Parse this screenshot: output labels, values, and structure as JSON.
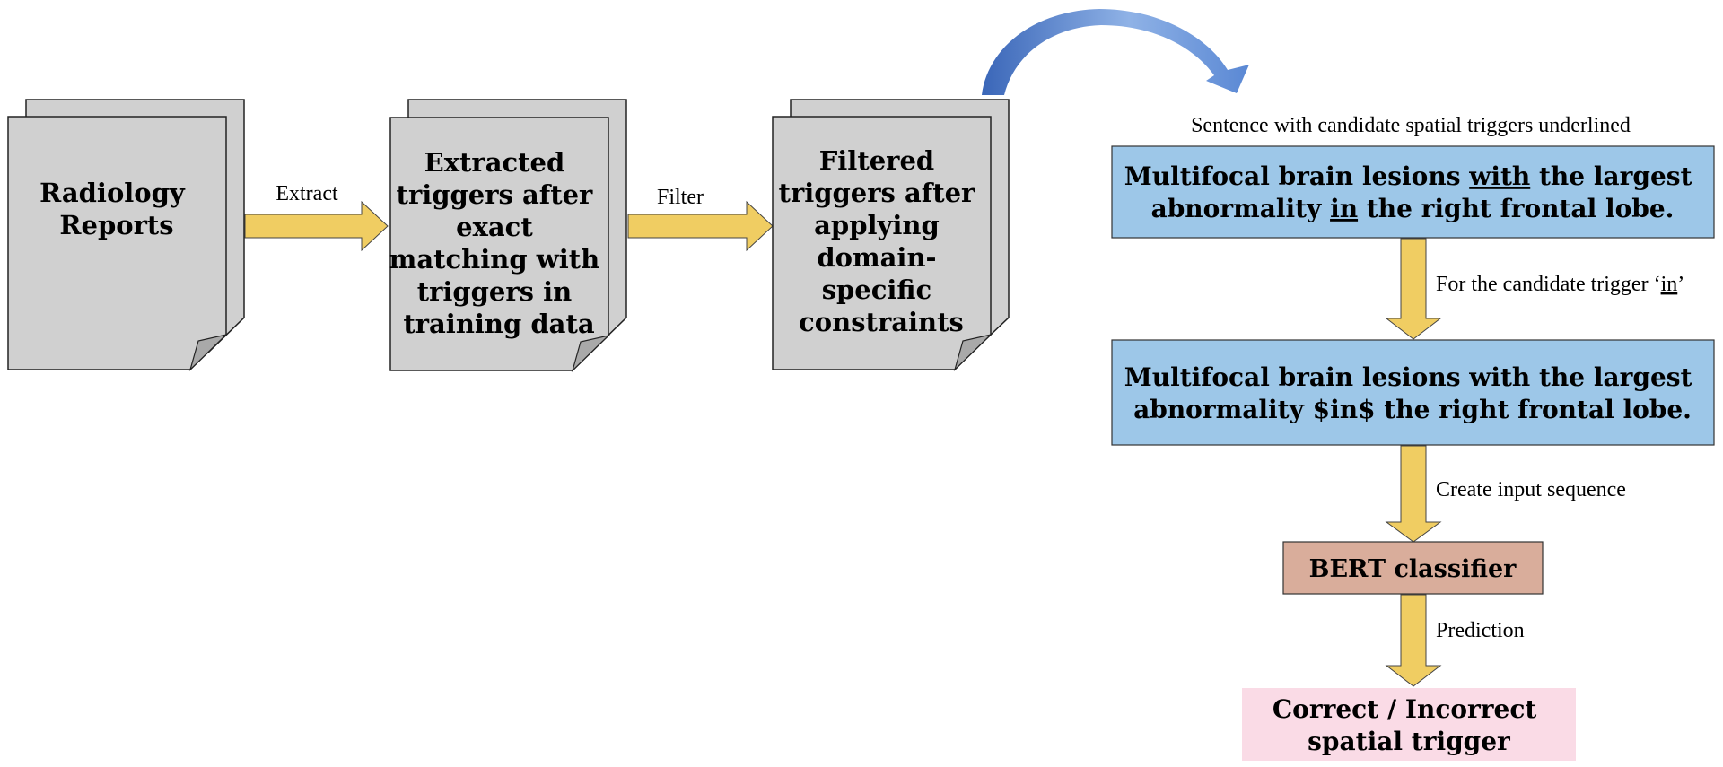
{
  "documents": [
    {
      "lines": [
        "Radiology",
        "Reports"
      ]
    },
    {
      "lines": [
        "Extracted",
        "triggers after",
        "exact",
        "matching with",
        "triggers in",
        "training data"
      ]
    },
    {
      "lines": [
        "Filtered",
        "triggers after",
        "applying",
        "domain-",
        "specific",
        "constraints"
      ]
    }
  ],
  "arrows": {
    "extract_label": "Extract",
    "filter_label": "Filter",
    "candidate_label_prefix": "For the candidate trigger ‘",
    "candidate_label_word": "in",
    "candidate_label_suffix": "’",
    "create_label": "Create input sequence",
    "prediction_label": "Prediction"
  },
  "sentence_caption": "Sentence with candidate spatial triggers underlined",
  "sentence_box": {
    "line1_before": "Multifocal brain lesions ",
    "line1_u": "with",
    "line1_after": " the largest",
    "line2_before": "abnormality ",
    "line2_u": "in",
    "line2_after": " the right frontal lobe."
  },
  "marked_box": {
    "line1": "Multifocal brain lesions with the largest",
    "line2": "abnormality $in$ the right frontal lobe."
  },
  "bert_label": "BERT classifier",
  "output_box": {
    "line1": "Correct / Incorrect",
    "line2": "spatial trigger"
  },
  "colors": {
    "doc_fill": "#d0d0d0",
    "arrow_fill": "#f0cd62",
    "sentence_box_fill": "#9dc7e8",
    "bert_fill": "#d9ad9b",
    "output_fill": "#fadbe6",
    "curved_arrow": "#4a78c4"
  }
}
